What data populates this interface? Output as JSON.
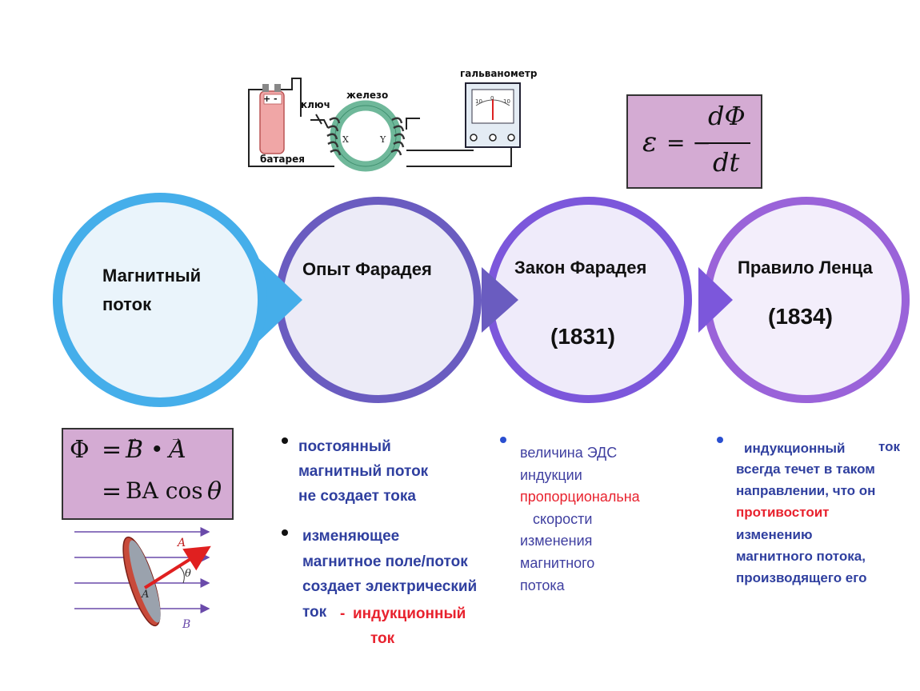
{
  "circuit": {
    "battery_label": "батарея",
    "key_label": "ключ",
    "iron_label": "железо",
    "galvanometer_label": "гальванометр",
    "coil_x": "X",
    "coil_y": "Y",
    "plus": "+",
    "minus": "-",
    "scale_left": "10",
    "scale_mid": "0",
    "scale_right": "10"
  },
  "faraday_formula": {
    "eps": "ε",
    "eq": "= −",
    "num": "dΦ",
    "den": "dt"
  },
  "stages": [
    {
      "title_line1": "Магнитный",
      "title_line2": "поток",
      "year": "",
      "color": "#45aeea"
    },
    {
      "title_line1": "Опыт Фарадея",
      "title_line2": "",
      "year": "",
      "color": "#6a5cc0"
    },
    {
      "title_line1": "Закон Фарадея",
      "title_line2": "",
      "year": "(1831)",
      "color": "#7c57db"
    },
    {
      "title_line1": "Правило Ленца",
      "title_line2": "",
      "year": "(1834)",
      "color": "#9a63d9"
    }
  ],
  "flux_formula": {
    "line1_lhs": "Φ",
    "line1_eq": "=",
    "B": "B",
    "dot": "•",
    "A": "A",
    "line2_eq": "=",
    "line2_rhs": "BA cos",
    "theta": "θ"
  },
  "flux_diagram": {
    "vec_A": "A",
    "vec_B": "B",
    "theta": "θ",
    "area": "A"
  },
  "faraday_experiment_text": {
    "p1": [
      "постоянный",
      "магнитный поток",
      "не создает тока"
    ],
    "p2": [
      "изменяющее",
      "магнитное поле/поток",
      "создает электрический"
    ],
    "p2_last_start": "ток",
    "p2_dash": "-",
    "p2_red1": "индукционный",
    "p2_red2": "ток"
  },
  "faraday_law_text": {
    "l1": "величина ЭДС",
    "l2": "индукции",
    "l3_red": "пропорциональна",
    "l4": "скорости",
    "l5": "изменения",
    "l6": "магнитного",
    "l7": "потока"
  },
  "lenz_text": {
    "l1a": "индукционный",
    "l1b": "ток",
    "l2": "всегда течет в таком",
    "l3": "направлении, что он",
    "l4_red": "противостоит",
    "l5": "изменению",
    "l6": "магнитного потока,",
    "l7": "производящего его"
  },
  "colors": {
    "blue_stage": "#45aeea",
    "purple_1": "#6a5cc0",
    "purple_2": "#7c57db",
    "purple_3": "#9a63d9",
    "formula_bg": "#d4abd3",
    "text_blue": "#2f3f9f",
    "text_red": "#e8222e"
  }
}
